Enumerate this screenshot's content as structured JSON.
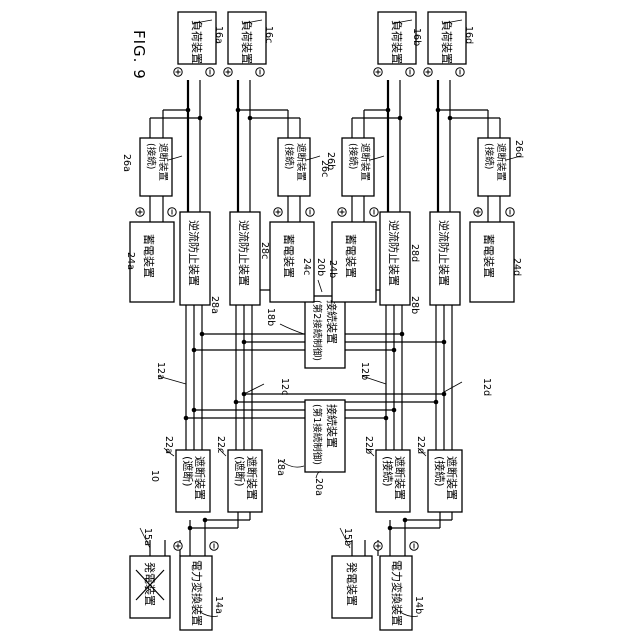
{
  "figure": {
    "title": "FIG. 9"
  },
  "labels": {
    "power_gen": "発電装置",
    "converter": "電力変換装置",
    "cutoff": "遮断装置",
    "state_cut": "(遮断)",
    "state_conn": "(接続)",
    "backflow": "逆流防止装置",
    "storage": "蓄電装置",
    "load": "負荷装置",
    "conn_device": "接続装置",
    "conn_1": "(第1接続制御)",
    "conn_2": "(第2接続制御)"
  },
  "refs": {
    "r10": "10",
    "r12a": "12a",
    "r12b": "12b",
    "r12c": "12c",
    "r12d": "12d",
    "r14a": "14a",
    "r14b": "14b",
    "r15a": "15a",
    "r15b": "15b",
    "r16a": "16a",
    "r16b": "16b",
    "r16c": "16c",
    "r16d": "16d",
    "r18a": "18a",
    "r18b": "18b",
    "r20a": "20a",
    "r20b": "20b",
    "r22a": "22a",
    "r22b": "22b",
    "r22c": "22c",
    "r22d": "22d",
    "r24a": "24a",
    "r24b": "24b",
    "r24c": "24c",
    "r24d": "24d",
    "r26a": "26a",
    "r26b": "26b",
    "r26c": "26c",
    "r26d": "26d",
    "r28a": "28a",
    "r28b": "28b",
    "r28c": "28c",
    "r28d": "28d"
  },
  "status": {
    "generator_15a": "failed (marked with X)"
  }
}
